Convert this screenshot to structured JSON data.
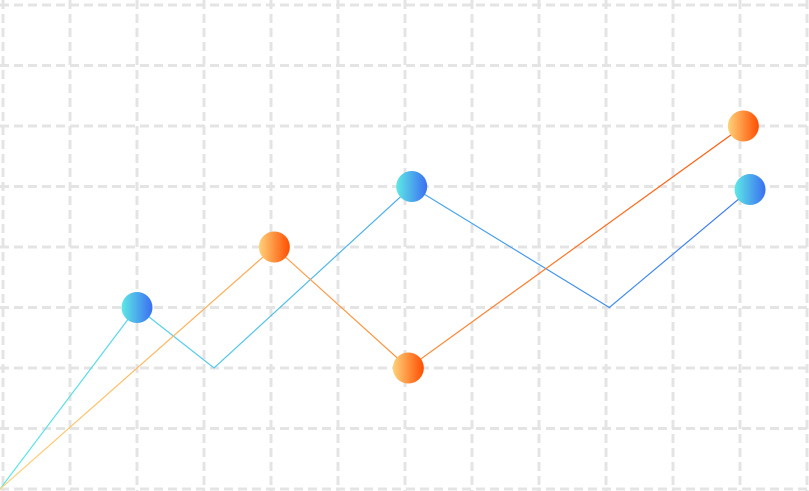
{
  "chart_data": {
    "type": "line",
    "title": "",
    "xlabel": "",
    "ylabel": "",
    "xlim": [
      0,
      12
    ],
    "ylim": [
      0,
      8
    ],
    "grid": true,
    "legend": "none",
    "series": [
      {
        "name": "blue",
        "color_start": "#5ee9e6",
        "color_end": "#3a6ff2",
        "points": [
          [
            0,
            0
          ],
          [
            2,
            3
          ],
          [
            3.15,
            2
          ],
          [
            6.1,
            5
          ],
          [
            9.05,
            3
          ],
          [
            11.15,
            4.95
          ]
        ],
        "markers": [
          false,
          true,
          false,
          true,
          false,
          true
        ]
      },
      {
        "name": "orange",
        "color_start": "#ffd27a",
        "color_end": "#ff4d00",
        "points": [
          [
            0,
            0
          ],
          [
            4.05,
            4
          ],
          [
            6.05,
            2
          ],
          [
            11.05,
            6
          ]
        ],
        "markers": [
          false,
          true,
          true,
          true
        ]
      }
    ]
  }
}
